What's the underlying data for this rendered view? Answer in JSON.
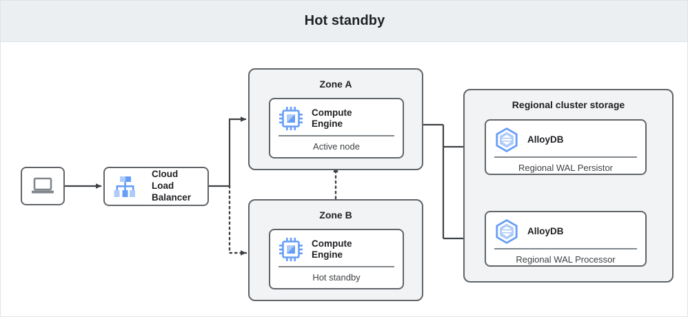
{
  "header": {
    "title": "Hot standby"
  },
  "client": {
    "icon": "laptop-icon"
  },
  "load_balancer": {
    "icon": "cloud-load-balancer-icon",
    "label": "Cloud\nLoad\nBalancer"
  },
  "zones": [
    {
      "id": "zone-a",
      "title": "Zone A",
      "card": {
        "icon": "compute-engine-icon",
        "title": "Compute\nEngine",
        "subtitle": "Active node"
      }
    },
    {
      "id": "zone-b",
      "title": "Zone B",
      "card": {
        "icon": "compute-engine-icon",
        "title": "Compute\nEngine",
        "subtitle": "Hot standby"
      }
    }
  ],
  "storage": {
    "title": "Regional cluster storage",
    "cards": [
      {
        "icon": "alloydb-icon",
        "title": "AlloyDB",
        "subtitle": "Regional WAL Persistor"
      },
      {
        "icon": "alloydb-icon",
        "title": "AlloyDB",
        "subtitle": "Regional WAL Processor"
      }
    ]
  },
  "colors": {
    "header_bg": "#eceff1",
    "zone_bg": "#f1f3f4",
    "border": "#5f6368",
    "card_bg": "#ffffff",
    "icon_blue": "#669df6",
    "icon_blue_light": "#aecbfa",
    "text": "#202124",
    "divider": "#80868b",
    "connector": "#3c4043"
  },
  "connectors": [
    {
      "from": "client",
      "to": "load-balancer",
      "style": "solid"
    },
    {
      "from": "load-balancer",
      "to": "zone-a-compute",
      "style": "solid"
    },
    {
      "from": "load-balancer",
      "to": "zone-b-compute",
      "style": "dotted"
    },
    {
      "from": "zone-b-compute",
      "to": "zone-a-compute",
      "style": "dotted"
    },
    {
      "from": "zone-a-compute",
      "to": "alloydb-wal-persistor",
      "style": "solid"
    },
    {
      "from": "zone-a-compute",
      "to": "alloydb-wal-processor",
      "style": "solid"
    }
  ]
}
